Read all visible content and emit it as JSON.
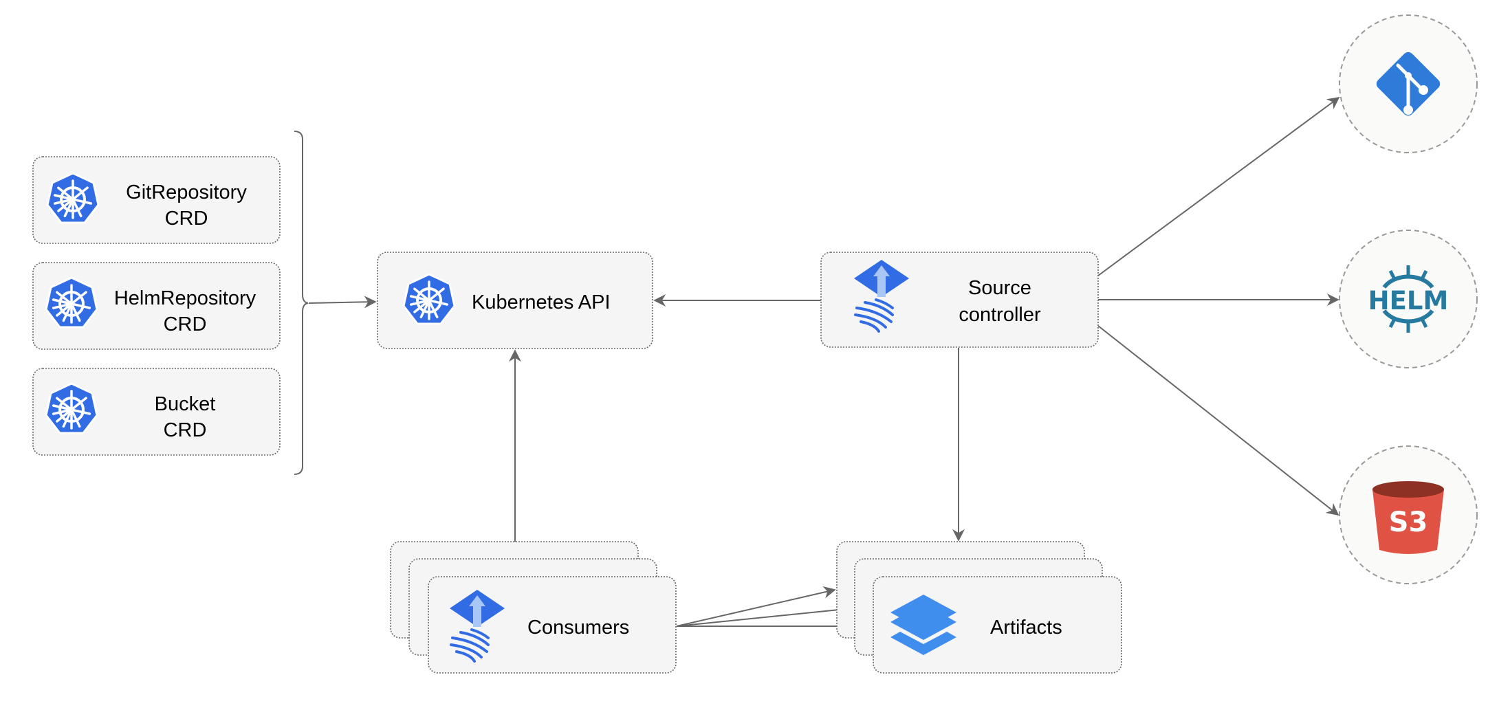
{
  "nodes": {
    "git_crd": {
      "line1": "GitRepository",
      "line2": "CRD",
      "icon": "kubernetes-icon"
    },
    "helm_crd": {
      "line1": "HelmRepository",
      "line2": "CRD",
      "icon": "kubernetes-icon"
    },
    "bucket_crd": {
      "line1": "Bucket",
      "line2": "CRD",
      "icon": "kubernetes-icon"
    },
    "kubernetes_api": {
      "label": "Kubernetes API",
      "icon": "kubernetes-icon"
    },
    "source_controller": {
      "line1": "Source",
      "line2": "controller",
      "icon": "flux-icon"
    },
    "consumers": {
      "label": "Consumers",
      "icon": "flux-icon"
    },
    "artifacts": {
      "label": "Artifacts",
      "icon": "layers-icon"
    },
    "git": {
      "icon": "git-icon"
    },
    "helm": {
      "icon": "helm-icon",
      "logo_text": "HELM"
    },
    "s3": {
      "icon": "s3-bucket-icon",
      "logo_text": "S3"
    }
  },
  "colors": {
    "kubernetes": "#326ce5",
    "git": "#2f7bd9",
    "helm": "#277a9f",
    "s3_body": "#e05243",
    "s3_top": "#8c3123",
    "artifacts": "#3f8ded",
    "box_fill": "#f5f5f5",
    "edge": "#666666"
  }
}
